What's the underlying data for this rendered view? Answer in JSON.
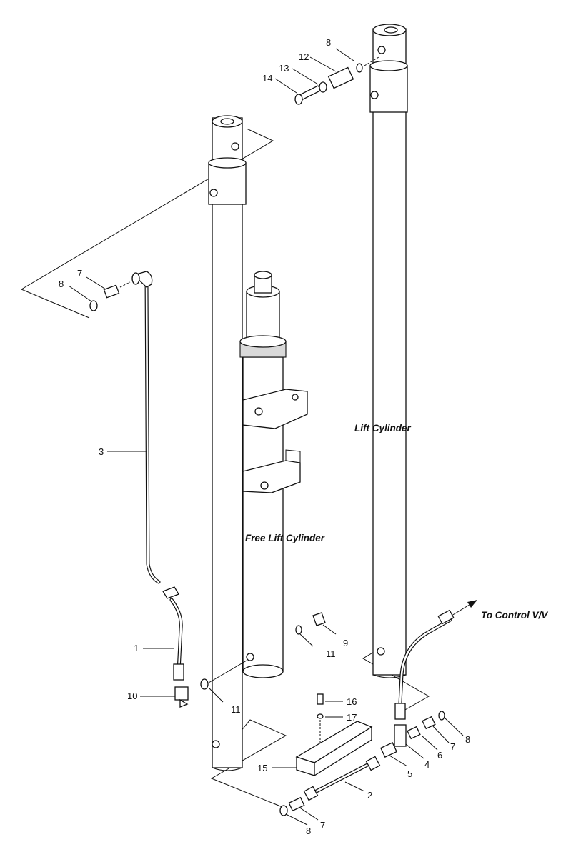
{
  "labels": {
    "lift_cylinder": "Lift Cylinder",
    "free_lift_cylinder": "Free Lift Cylinder",
    "to_control_valve": "To Control V/V"
  },
  "callouts": [
    {
      "id": "c8a",
      "text": "8"
    },
    {
      "id": "c12",
      "text": "12"
    },
    {
      "id": "c13",
      "text": "13"
    },
    {
      "id": "c14",
      "text": "14"
    },
    {
      "id": "c7a",
      "text": "7"
    },
    {
      "id": "c8b",
      "text": "8"
    },
    {
      "id": "c3",
      "text": "3"
    },
    {
      "id": "c9",
      "text": "9"
    },
    {
      "id": "c11a",
      "text": "11"
    },
    {
      "id": "c1",
      "text": "1"
    },
    {
      "id": "c10",
      "text": "10"
    },
    {
      "id": "c11b",
      "text": "11"
    },
    {
      "id": "c16",
      "text": "16"
    },
    {
      "id": "c17",
      "text": "17"
    },
    {
      "id": "c15",
      "text": "15"
    },
    {
      "id": "c2",
      "text": "2"
    },
    {
      "id": "c5",
      "text": "5"
    },
    {
      "id": "c4",
      "text": "4"
    },
    {
      "id": "c6",
      "text": "6"
    },
    {
      "id": "c7b",
      "text": "7"
    },
    {
      "id": "c8c",
      "text": "8"
    },
    {
      "id": "c8d",
      "text": "8"
    },
    {
      "id": "c7c",
      "text": "7"
    }
  ]
}
